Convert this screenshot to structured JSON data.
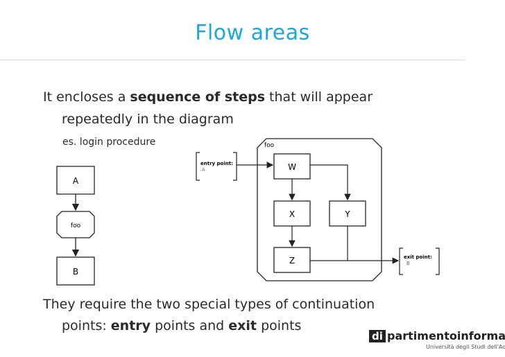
{
  "slide": {
    "title": "Flow areas",
    "bullet1": {
      "pre": "It encloses a ",
      "strong": "sequence of steps",
      "post": " that will appear",
      "cont": "repeatedly in the diagram"
    },
    "example": "es. login procedure",
    "bullet2": {
      "line1": "They require the two special types of continuation",
      "pre": "points: ",
      "strong1": "entry",
      "mid": " points and ",
      "strong2": "exit",
      "post": " points"
    }
  },
  "left_diagram": {
    "box_a": "A",
    "box_foo": "foo",
    "box_b": "B"
  },
  "right_diagram": {
    "area_label": "foo",
    "entry_label": "entry point:",
    "entry_value": "A",
    "exit_label": "exit point:",
    "exit_value": "B",
    "node_w": "W",
    "node_x": "X",
    "node_y": "Y",
    "node_z": "Z"
  },
  "logo": {
    "prefix": "di",
    "part1": "partimento",
    "part2": "informatica",
    "subtitle": "Università degli Studi dell'Aquila"
  }
}
